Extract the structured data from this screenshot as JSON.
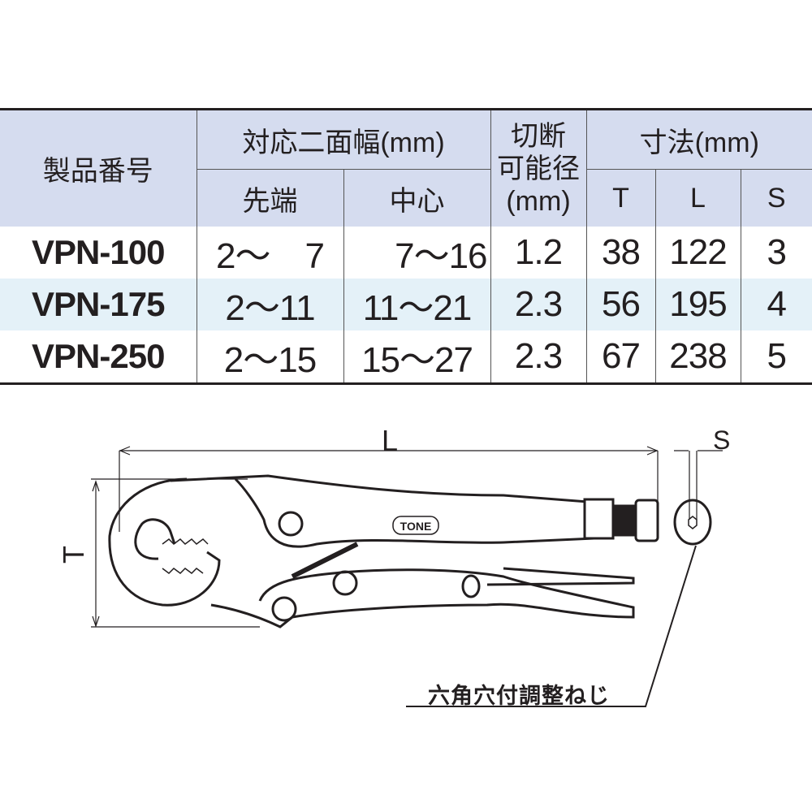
{
  "table": {
    "headers": {
      "model": "製品番号",
      "width_across": "対応二面幅(mm)",
      "tip": "先端",
      "center": "中心",
      "cut_line1": "切断",
      "cut_line2": "可能径",
      "cut_line3": "(mm)",
      "dimensions": "寸法(mm)",
      "T": "T",
      "L": "L",
      "S": "S"
    },
    "rows": [
      {
        "model": "VPN-100",
        "tip": "2～　7",
        "center": "7～16",
        "cut": "1.2",
        "T": "38",
        "L": "122",
        "S": "3"
      },
      {
        "model": "VPN-175",
        "tip": "2～11",
        "center": "11～21",
        "cut": "2.3",
        "T": "56",
        "L": "195",
        "S": "4"
      },
      {
        "model": "VPN-250",
        "tip": "2～15",
        "center": "15～27",
        "cut": "2.3",
        "T": "67",
        "L": "238",
        "S": "5"
      }
    ]
  },
  "diagram": {
    "label_L": "L",
    "label_T": "T",
    "label_S": "S",
    "brand_logo": "TONE",
    "caption": "六角穴付調整ねじ"
  },
  "colors": {
    "header_bg": "#d5dcef",
    "alt_row_bg": "#e4f1f8"
  }
}
